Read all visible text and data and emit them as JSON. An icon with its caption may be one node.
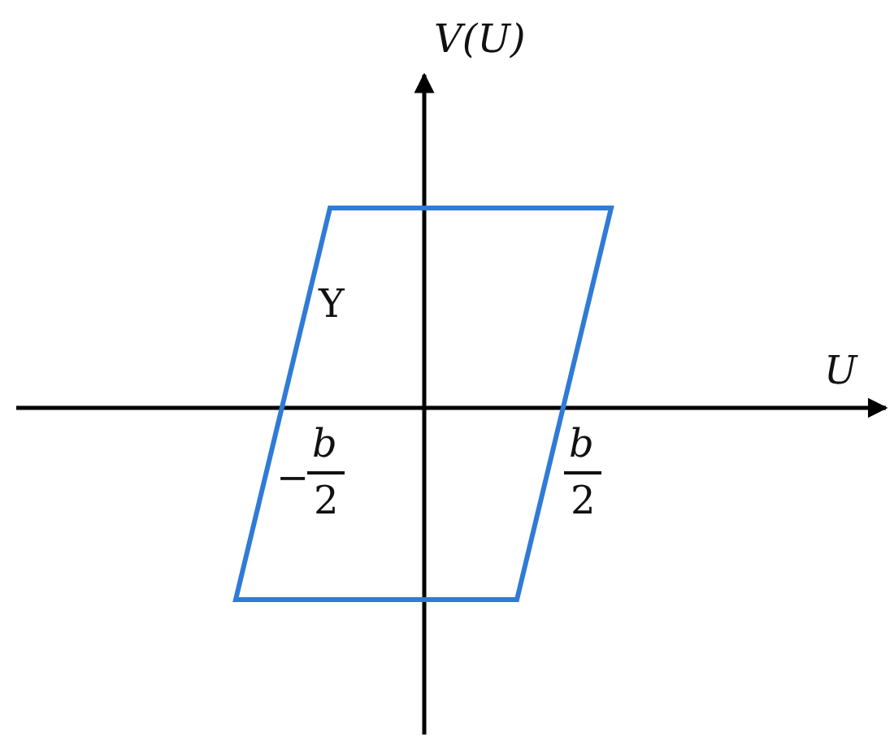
{
  "diagram": {
    "labels": [
      "V(U)",
      "Υ",
      "U",
      "−",
      "b",
      "2",
      "b",
      "2"
    ]
  }
}
